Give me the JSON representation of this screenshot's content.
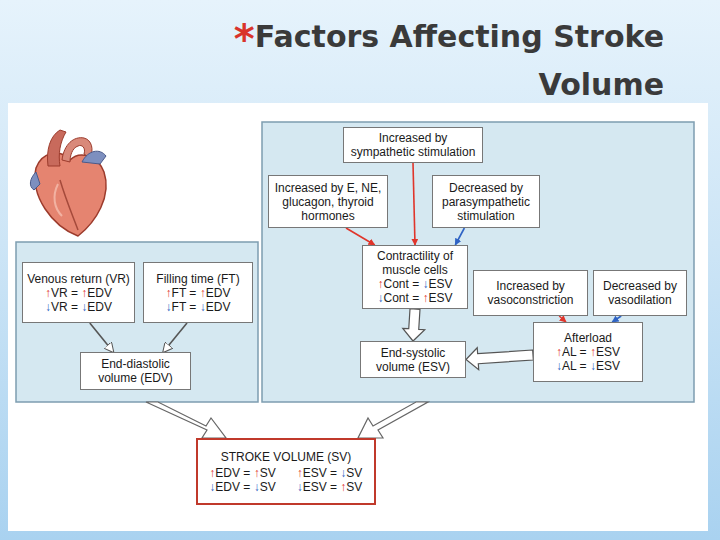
{
  "diagram": {
    "title": "Factors Affecting Stroke Volume",
    "nodes": [
      {
        "text": [
          "Venous return (VR)",
          "↑VR = ↑EDV",
          "↓VR = ↓EDV"
        ]
      },
      {
        "text": [
          "Filling time (FT)",
          "↑FT = ↑EDV",
          "↓FT = ↓EDV"
        ]
      },
      {
        "text": [
          "End-diastolic volume (EDV)"
        ]
      },
      {
        "text": [
          "Increased by sympathetic stimulation"
        ]
      },
      {
        "text": [
          "Increased by E, NE, glucagon, thyroid hormones"
        ]
      },
      {
        "text": [
          "Decreased by parasympathetic stimulation"
        ]
      },
      {
        "text": [
          "Contractility of muscle cells",
          "↑Cont = ↓ESV",
          "↓Cont = ↑ESV"
        ]
      },
      {
        "text": [
          "Increased by vasoconstriction"
        ]
      },
      {
        "text": [
          "Decreased by vasodilation"
        ]
      },
      {
        "text": [
          "Afterload",
          "↑AL = ↑ESV",
          "↓AL = ↓ESV"
        ]
      },
      {
        "text": [
          "End-systolic volume (ESV)"
        ]
      },
      {
        "text": [
          "STROKE VOLUME (SV)",
          "↑EDV = ↑SV",
          "↑ESV = ↓SV",
          "↓EDV = ↓SV",
          "↓ESV = ↑SV"
        ]
      }
    ],
    "edges": [
      {
        "from": 0,
        "to": 2,
        "arrow": "to"
      },
      {
        "from": 1,
        "to": 2,
        "arrow": "to"
      },
      {
        "from": 3,
        "to": 6,
        "arrow": "to"
      },
      {
        "from": 4,
        "to": 6,
        "arrow": "to"
      },
      {
        "from": 5,
        "to": 6,
        "arrow": "to"
      },
      {
        "from": 6,
        "to": 10,
        "arrow": "to"
      },
      {
        "from": 7,
        "to": 9,
        "arrow": "to"
      },
      {
        "from": 8,
        "to": 9,
        "arrow": "to"
      },
      {
        "from": 9,
        "to": 10,
        "arrow": "to"
      }
    ],
    "labels": [
      "*"
    ]
  }
}
